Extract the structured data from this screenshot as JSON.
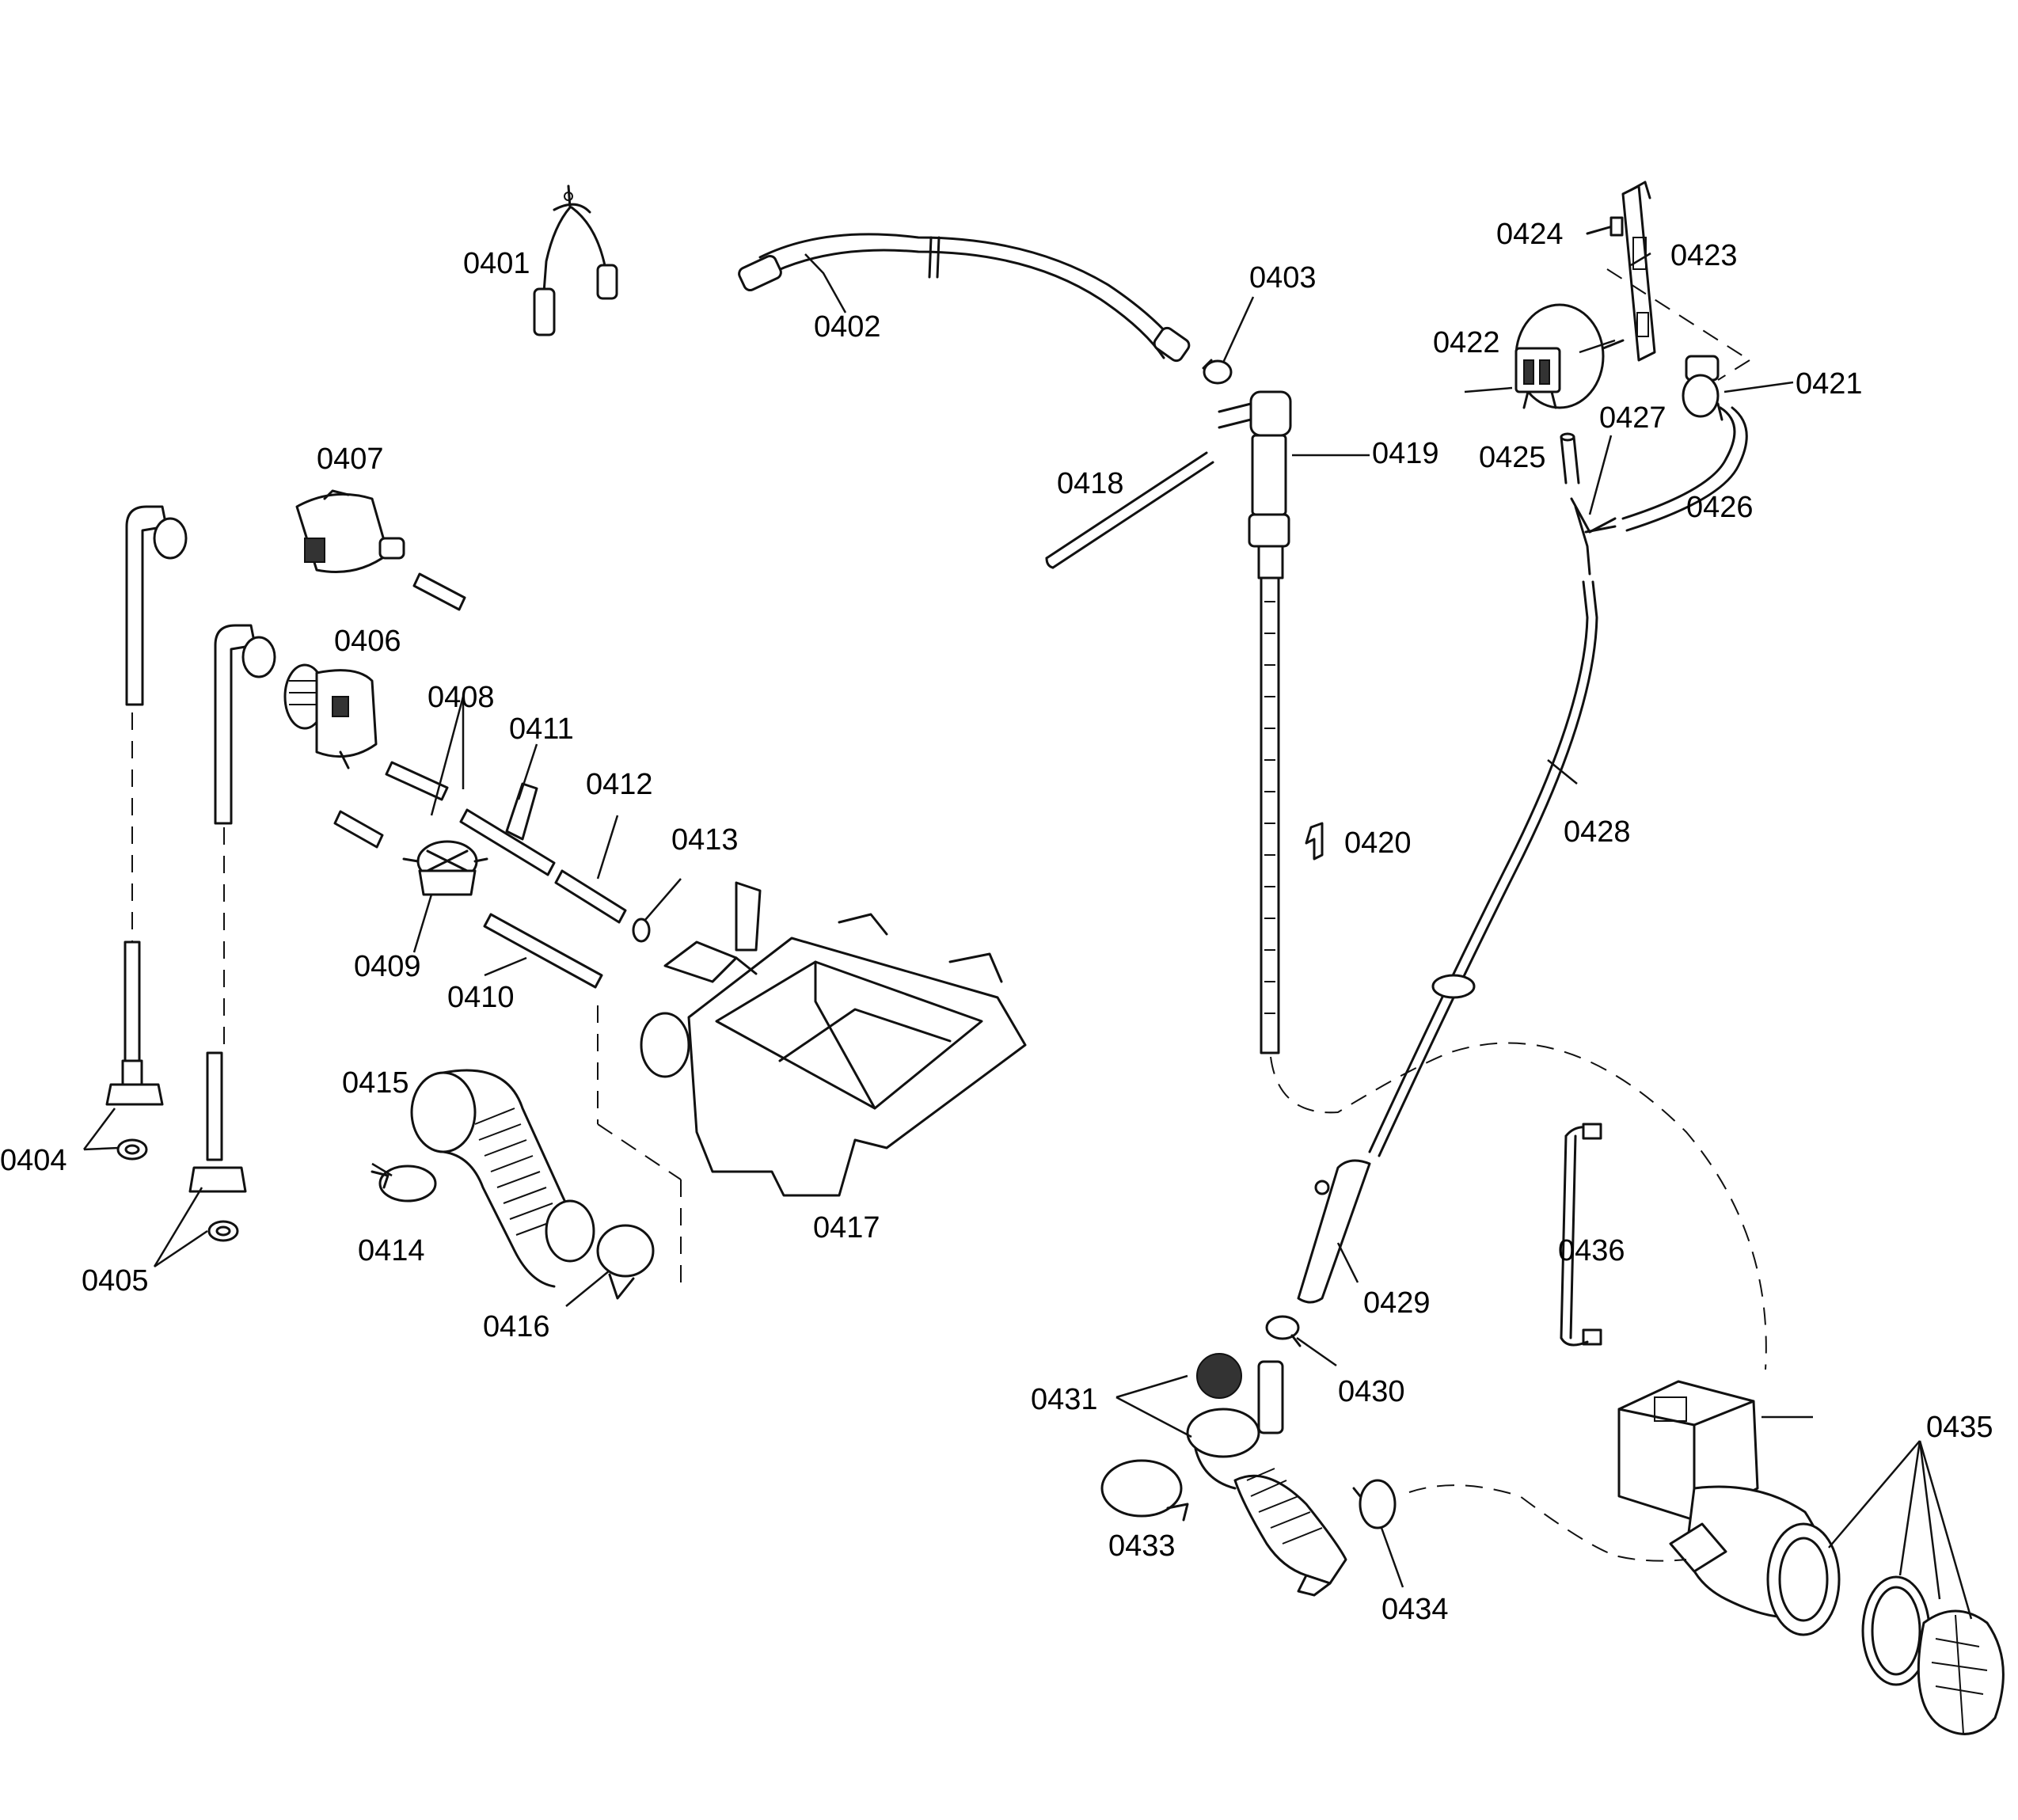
{
  "callouts": {
    "c0401": "0401",
    "c0402": "0402",
    "c0403": "0403",
    "c0404": "0404",
    "c0405": "0405",
    "c0406": "0406",
    "c0407": "0407",
    "c0408": "0408",
    "c0409": "0409",
    "c0410": "0410",
    "c0411": "0411",
    "c0412": "0412",
    "c0413": "0413",
    "c0414": "0414",
    "c0415": "0415",
    "c0416": "0416",
    "c0417": "0417",
    "c0418": "0418",
    "c0419": "0419",
    "c0420": "0420",
    "c0421": "0421",
    "c0422": "0422",
    "c0423": "0423",
    "c0424": "0424",
    "c0425": "0425",
    "c0426": "0426",
    "c0427": "0427",
    "c0428": "0428",
    "c0429": "0429",
    "c0430": "0430",
    "c0431": "0431",
    "c0433": "0433",
    "c0434": "0434",
    "c0435": "0435",
    "c0436": "0436"
  }
}
